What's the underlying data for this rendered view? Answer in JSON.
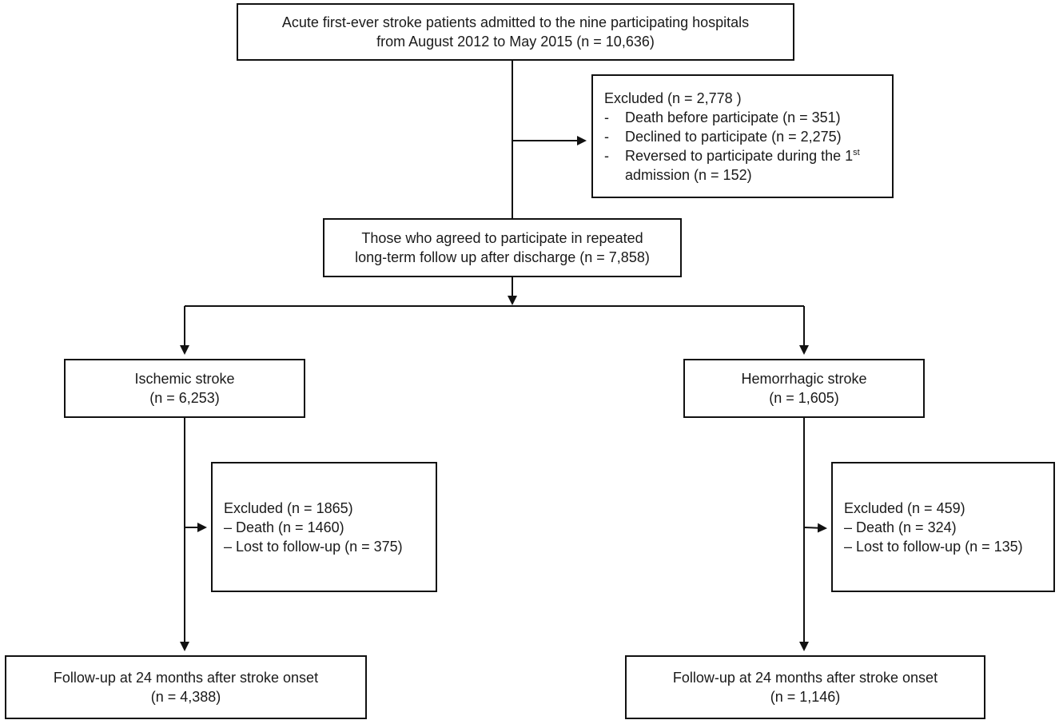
{
  "enrollment": {
    "line1": "Acute first-ever stroke patients admitted to the nine participating hospitals",
    "line2": "from August 2012 to May 2015 (n = 10,636)"
  },
  "excluded_initial": {
    "header": "Excluded  (n = 2,778 )",
    "items": [
      {
        "dash": "-",
        "text": "Death before participate (n = 351)"
      },
      {
        "dash": "-",
        "text": "Declined to participate (n = 2,275)"
      },
      {
        "dash": "-",
        "text": "Reversed to participate during the 1",
        "sup": "st",
        "cont": "admission (n = 152)"
      }
    ]
  },
  "agreed": {
    "line1": "Those who agreed to participate in repeated",
    "line2": "long-term follow up after discharge (n = 7,858)"
  },
  "ischemic": {
    "line1": "Ischemic stroke",
    "line2": "(n = 6,253)",
    "excluded_header": "Excluded (n = 1865)",
    "excluded_items": [
      "– Death (n = 1460)",
      "– Lost to follow-up (n = 375)"
    ],
    "followup_line1": "Follow-up at 24 months after stroke onset",
    "followup_line2": "(n = 4,388)"
  },
  "hemorrhagic": {
    "line1": "Hemorrhagic stroke",
    "line2": "(n = 1,605)",
    "excluded_header": "Excluded (n = 459)",
    "excluded_items": [
      "– Death (n = 324)",
      "– Lost to follow-up (n = 135)"
    ],
    "followup_line1": "Follow-up at 24 months after stroke onset",
    "followup_line2": "(n = 1,146)"
  }
}
